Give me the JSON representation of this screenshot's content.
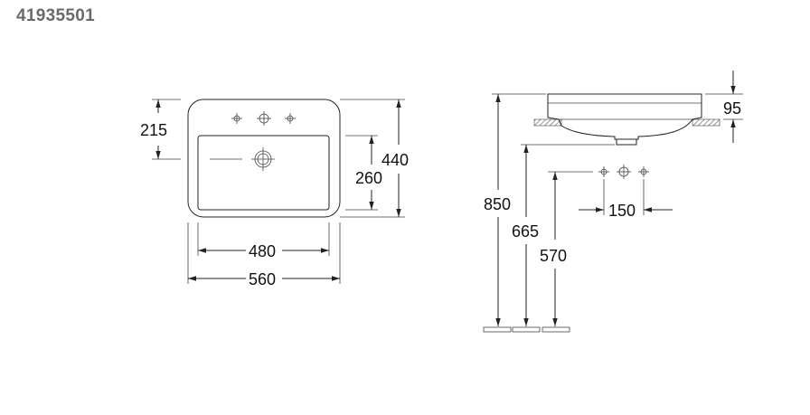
{
  "header": {
    "product_code": "41935501"
  },
  "top_view": {
    "dim_tap_offset": "215",
    "dim_depth": "440",
    "dim_bowl_depth": "260",
    "dim_bowl_width": "480",
    "dim_width": "560"
  },
  "side_view": {
    "dim_height": "95",
    "dim_rim_height": "850",
    "dim_drain_height": "665",
    "dim_supply_height": "570",
    "dim_supply_spacing": "150"
  },
  "colors": {
    "line": "#222222",
    "text": "#111111",
    "code": "#6a6a6a",
    "hatch": "#555555"
  }
}
